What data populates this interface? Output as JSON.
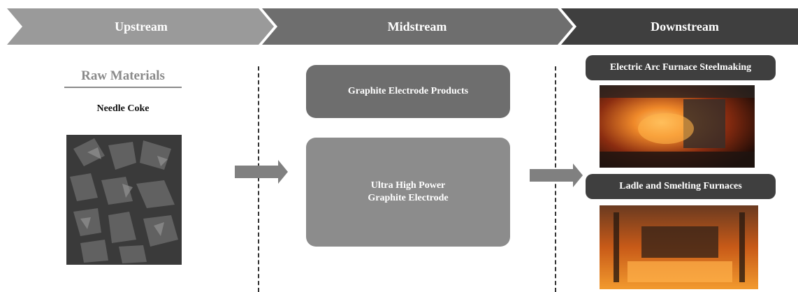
{
  "header": {
    "stages": [
      {
        "label": "Upstream"
      },
      {
        "label": "Midstream"
      },
      {
        "label": "Downstream"
      }
    ]
  },
  "upstream": {
    "title": "Raw Materials",
    "material": "Needle Coke",
    "image_icon": "needle-coke-micrograph"
  },
  "midstream": {
    "box1": "Graphite Electrode Products",
    "box2_line1": "Ultra High Power",
    "box2_line2": "Graphite Electrode"
  },
  "downstream": {
    "item1": "Electric Arc Furnace Steelmaking",
    "item1_image": "arc-furnace-photo",
    "item2": "Ladle and Smelting Furnaces",
    "item2_image": "ladle-furnace-photo"
  },
  "colors": {
    "upstream": "#9a9a9a",
    "midstream": "#6e6e6e",
    "downstream": "#3f3f3f",
    "arrow": "#808080"
  }
}
